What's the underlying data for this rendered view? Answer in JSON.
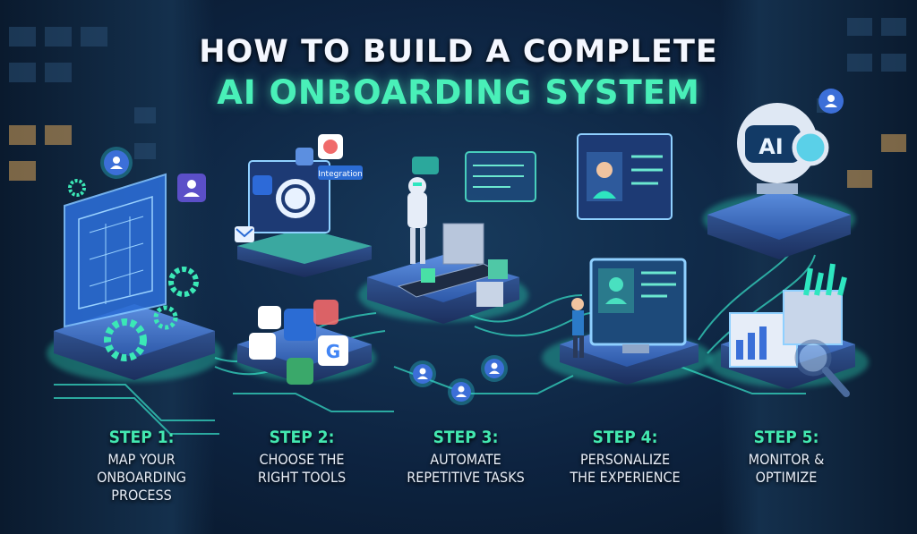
{
  "title": {
    "line1": "HOW TO BUILD A COMPLETE",
    "line2": "AI ONBOARDING SYSTEM"
  },
  "steps": [
    {
      "number": "STEP 1:",
      "line1": "MAP YOUR",
      "line2": "ONBOARDING",
      "line3": "PROCESS"
    },
    {
      "number": "STEP 2:",
      "line1": "CHOOSE THE",
      "line2": "RIGHT TOOLS",
      "line3": ""
    },
    {
      "number": "STEP 3:",
      "line1": "AUTOMATE",
      "line2": "REPETITIVE TASKS",
      "line3": ""
    },
    {
      "number": "STEP 4:",
      "line1": "PERSONALIZE",
      "line2": "THE EXPERIENCE",
      "line3": ""
    },
    {
      "number": "STEP 5:",
      "line1": "MONITOR &",
      "line2": "OPTIMIZE",
      "line3": ""
    }
  ],
  "illustration_labels": {
    "integration_tag": "Integration",
    "ai_badge": "AI"
  },
  "colors": {
    "accent": "#43e8b0",
    "glow": "#2ee6c0",
    "background": "#0d2340",
    "panel_blue": "#2b6cd4"
  }
}
